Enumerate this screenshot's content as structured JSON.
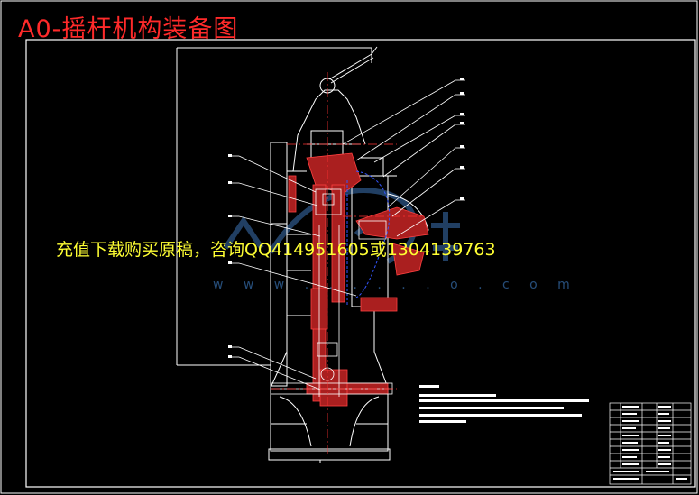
{
  "title": "A0-摇杆机构装备图",
  "watermark": {
    "promo_text": "充值下载购买原稿，咨询QQ414951605或1304139763",
    "url_text": "w w w . . . . . . o . c o m"
  },
  "colors": {
    "background": "#000000",
    "frame": "#ffffff",
    "title": "#ff2a2a",
    "promo": "#ffff33",
    "section": "#cc2222",
    "centerline": "#ff3333",
    "hidden": "#3355ff",
    "watermark": "#4a8cdc"
  }
}
